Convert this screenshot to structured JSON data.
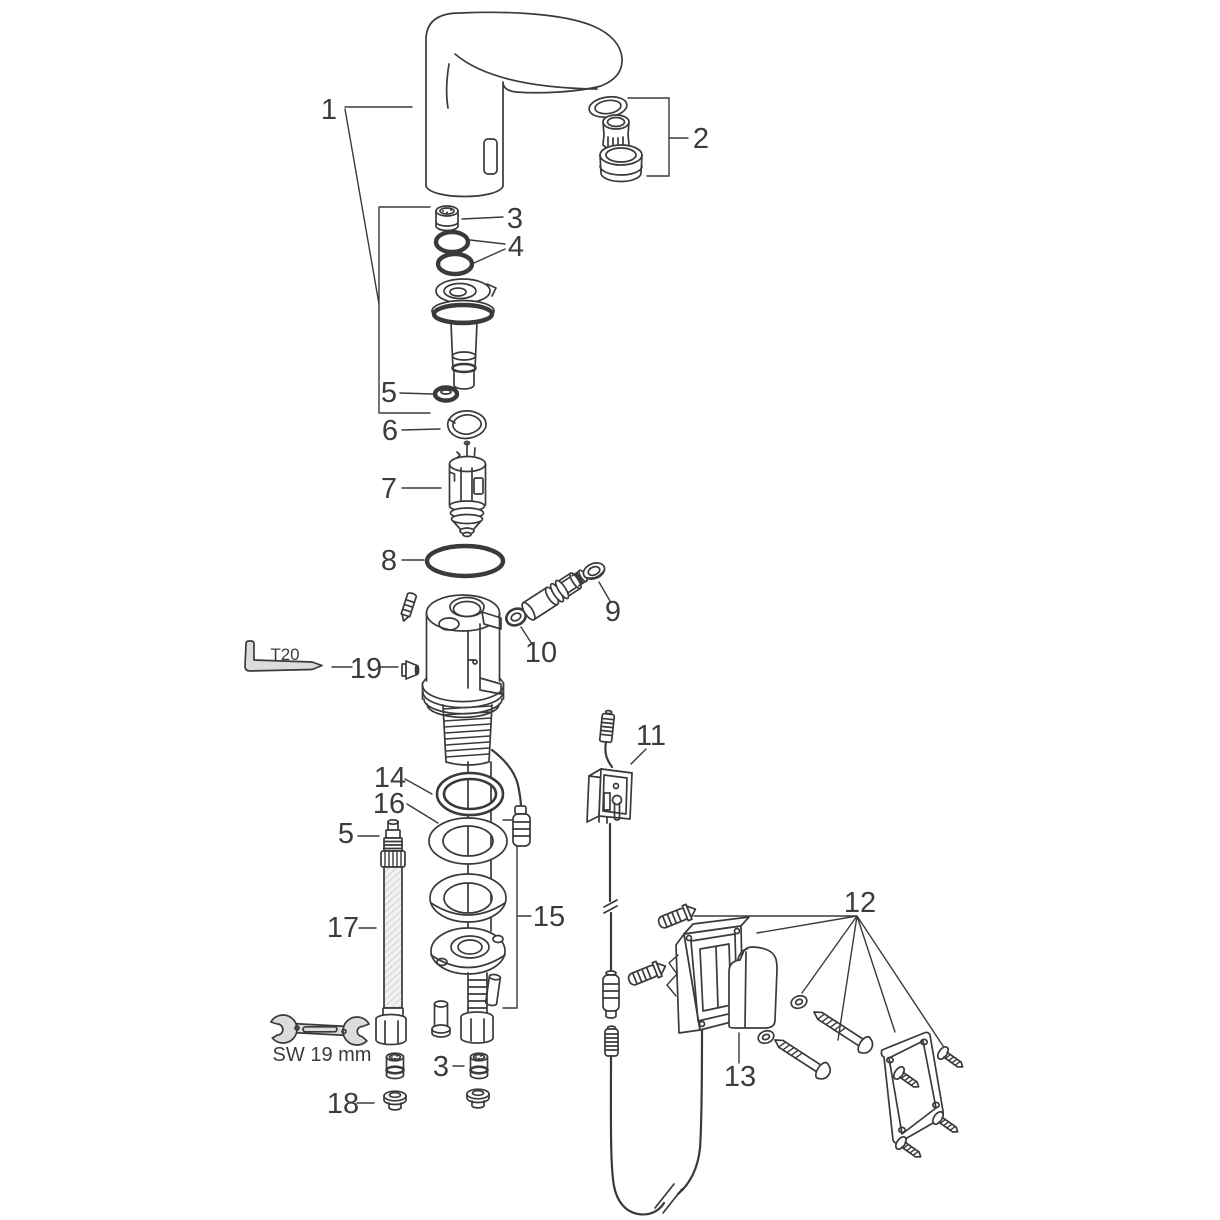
{
  "diagram": {
    "background_color": "#ffffff",
    "line_color": "#3a3a3a",
    "label_color": "#3c3c3c",
    "callouts": {
      "c1": "1",
      "c2": "2",
      "c3_top": "3",
      "c4": "4",
      "c5_top": "5",
      "c6": "6",
      "c7": "7",
      "c8": "8",
      "c9": "9",
      "c10": "10",
      "c11": "11",
      "c12": "12",
      "c13": "13",
      "c14": "14",
      "c15": "15",
      "c16": "16",
      "c17": "17",
      "c18": "18",
      "c19": "19",
      "c5_left": "5",
      "c3_bottom": "3"
    },
    "tools": {
      "torx_key": "T20",
      "wrench": "SW 19 mm"
    }
  }
}
